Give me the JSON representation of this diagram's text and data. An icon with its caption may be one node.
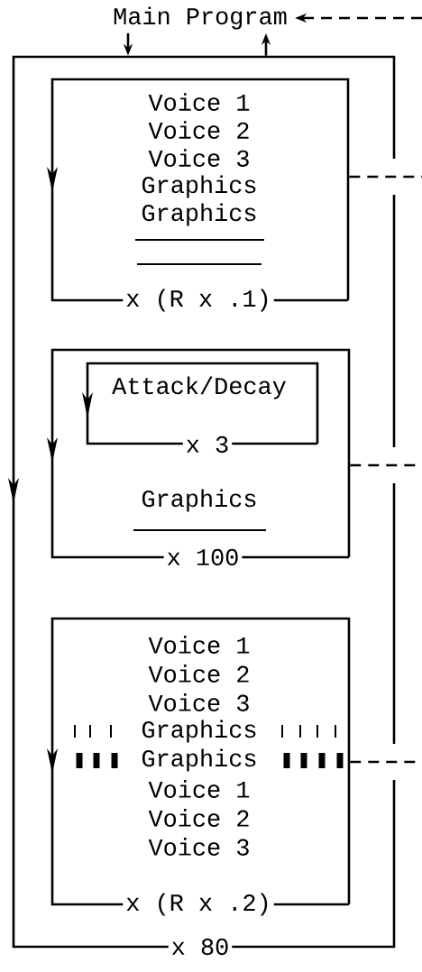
{
  "diagram": {
    "nodes": [
      {
        "text": [
          "Main Program"
        ]
      },
      {
        "text": [
          "x 80"
        ]
      },
      {
        "text": [
          "Voice 1",
          "Voice 2",
          "Voice 3",
          "Graphics",
          "Graphics",
          "x (R x .1)"
        ],
        "in": 1
      },
      {
        "text": [
          "Graphics",
          "x 100"
        ],
        "in": 1
      },
      {
        "text": [
          "Attack/Decay",
          "x 3"
        ],
        "in": 3
      },
      {
        "text": [
          "Voice 1",
          "Voice 2",
          "Voice 3",
          "Graphics",
          "Graphics",
          "Voice 1",
          "Voice 2",
          "Voice 3",
          "x (R x .2)"
        ],
        "in": 1
      }
    ],
    "edges": [
      {
        "from": 0,
        "to": 1,
        "arrow": "to"
      },
      {
        "from": 1,
        "to": 0,
        "arrow": "to"
      },
      {
        "from": null,
        "to": 0,
        "arrow": "to",
        "style": "dashed"
      },
      {
        "from": 2,
        "to": null,
        "arrow": "none",
        "style": "dashed"
      },
      {
        "from": 3,
        "to": null,
        "arrow": "none",
        "style": "dashed"
      },
      {
        "from": 5,
        "to": null,
        "arrow": "none",
        "style": "dashed"
      }
    ]
  }
}
